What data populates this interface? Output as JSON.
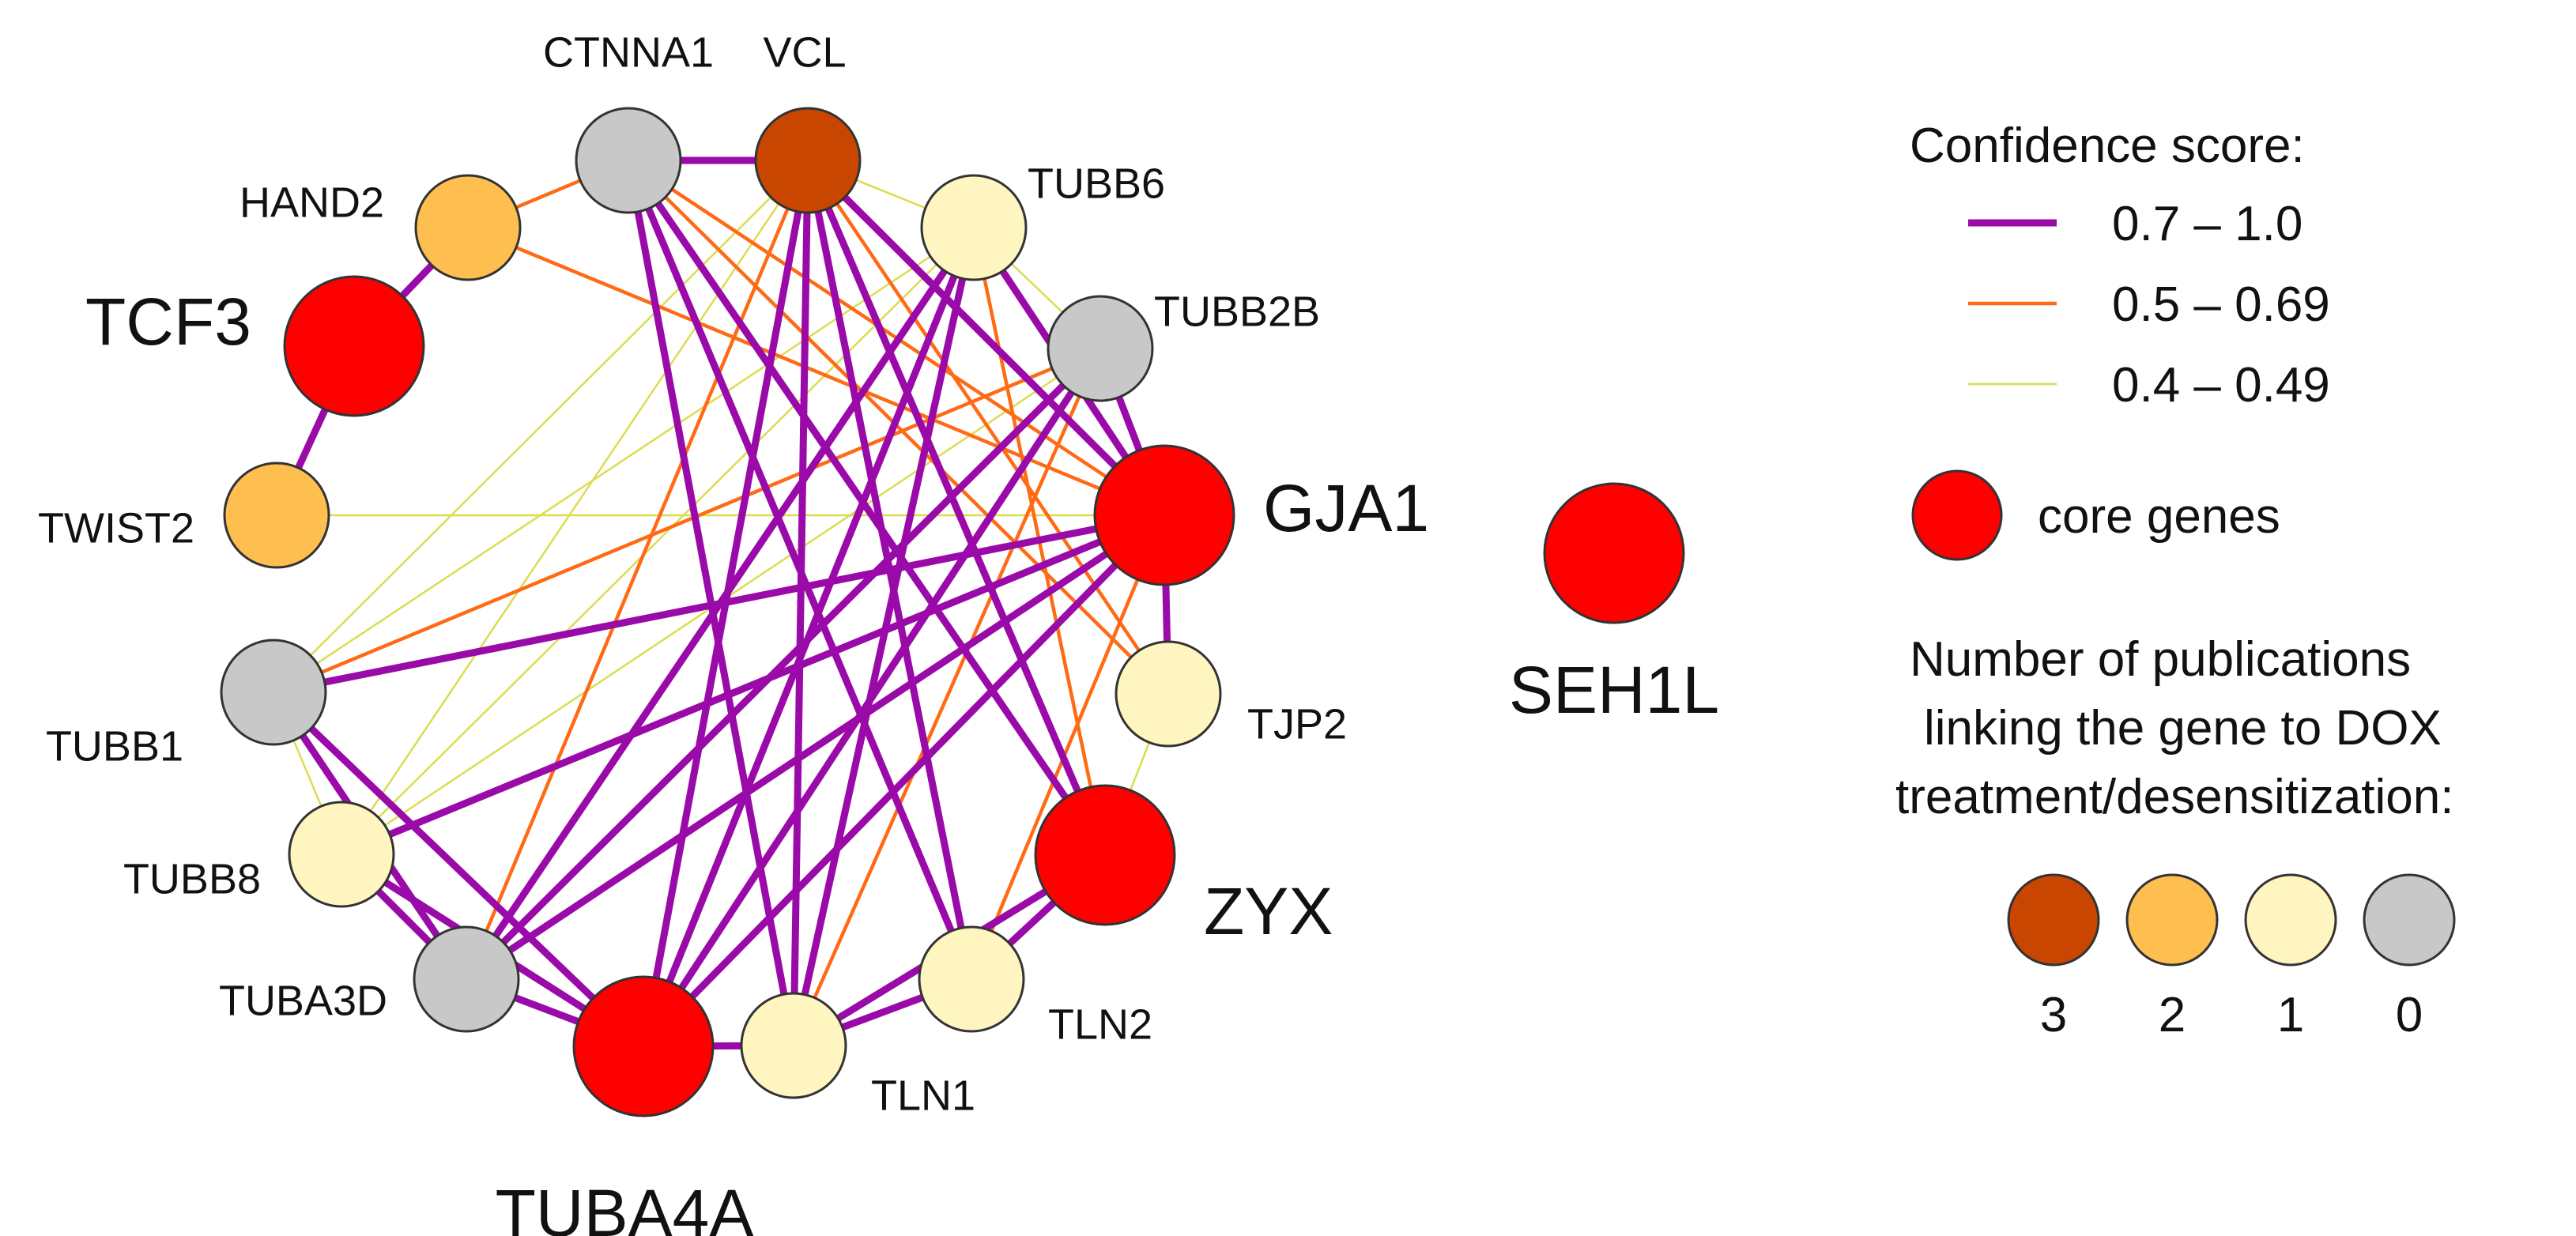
{
  "colors": {
    "edge_high": "#9a0aa8",
    "edge_mid": "#ff6a14",
    "edge_low": "#dcdc50",
    "node_core": "#ff0000",
    "pub_3": "#c84600",
    "pub_2": "#ffbe50",
    "pub_1": "#fff5c0",
    "pub_0": "#c8c8c8",
    "node_stroke": "#333333"
  },
  "nodes": [
    {
      "id": "CTNNA1",
      "label": "CTNNA1",
      "group": "pub_0",
      "core": false
    },
    {
      "id": "VCL",
      "label": "VCL",
      "group": "pub_3",
      "core": false
    },
    {
      "id": "TUBB6",
      "label": "TUBB6",
      "group": "pub_1",
      "core": false
    },
    {
      "id": "TUBB2B",
      "label": "TUBB2B",
      "group": "pub_0",
      "core": false
    },
    {
      "id": "GJA1",
      "label": "GJA1",
      "group": "core",
      "core": true
    },
    {
      "id": "TJP2",
      "label": "TJP2",
      "group": "pub_1",
      "core": false
    },
    {
      "id": "ZYX",
      "label": "ZYX",
      "group": "core",
      "core": true
    },
    {
      "id": "TLN2",
      "label": "TLN2",
      "group": "pub_1",
      "core": false
    },
    {
      "id": "TLN1",
      "label": "TLN1",
      "group": "pub_1",
      "core": false
    },
    {
      "id": "TUBA4A",
      "label": "TUBA4A",
      "group": "core",
      "core": true
    },
    {
      "id": "TUBA3D",
      "label": "TUBA3D",
      "group": "pub_0",
      "core": false
    },
    {
      "id": "TUBB8",
      "label": "TUBB8",
      "group": "pub_1",
      "core": false
    },
    {
      "id": "TUBB1",
      "label": "TUBB1",
      "group": "pub_0",
      "core": false
    },
    {
      "id": "TWIST2",
      "label": "TWIST2",
      "group": "pub_2",
      "core": false
    },
    {
      "id": "TCF3",
      "label": "TCF3",
      "group": "core",
      "core": true
    },
    {
      "id": "HAND2",
      "label": "HAND2",
      "group": "pub_2",
      "core": false
    },
    {
      "id": "SEH1L",
      "label": "SEH1L",
      "group": "core",
      "core": true
    }
  ],
  "edges": [
    {
      "source": "HAND2",
      "target": "TCF3",
      "score": "high"
    },
    {
      "source": "TCF3",
      "target": "TWIST2",
      "score": "high"
    },
    {
      "source": "CTNNA1",
      "target": "VCL",
      "score": "high"
    },
    {
      "source": "TUBB6",
      "target": "GJA1",
      "score": "high"
    },
    {
      "source": "TUBB2B",
      "target": "GJA1",
      "score": "high"
    },
    {
      "source": "GJA1",
      "target": "TJP2",
      "score": "high"
    },
    {
      "source": "ZYX",
      "target": "TLN2",
      "score": "high"
    },
    {
      "source": "ZYX",
      "target": "TLN1",
      "score": "high"
    },
    {
      "source": "TLN2",
      "target": "TLN1",
      "score": "high"
    },
    {
      "source": "TLN1",
      "target": "TUBA4A",
      "score": "high"
    },
    {
      "source": "TUBA4A",
      "target": "TUBA3D",
      "score": "high"
    },
    {
      "source": "TUBA4A",
      "target": "TUBB8",
      "score": "high"
    },
    {
      "source": "TUBA4A",
      "target": "TUBB1",
      "score": "high"
    },
    {
      "source": "TUBA3D",
      "target": "TUBB8",
      "score": "high"
    },
    {
      "source": "TUBA3D",
      "target": "TUBB1",
      "score": "high"
    },
    {
      "source": "CTNNA1",
      "target": "TLN1",
      "score": "high"
    },
    {
      "source": "CTNNA1",
      "target": "TLN2",
      "score": "high"
    },
    {
      "source": "CTNNA1",
      "target": "ZYX",
      "score": "high"
    },
    {
      "source": "VCL",
      "target": "TLN1",
      "score": "high"
    },
    {
      "source": "VCL",
      "target": "TLN2",
      "score": "high"
    },
    {
      "source": "VCL",
      "target": "TUBA4A",
      "score": "high"
    },
    {
      "source": "VCL",
      "target": "ZYX",
      "score": "high"
    },
    {
      "source": "VCL",
      "target": "GJA1",
      "score": "high"
    },
    {
      "source": "GJA1",
      "target": "TUBB1",
      "score": "high"
    },
    {
      "source": "GJA1",
      "target": "TUBB8",
      "score": "high"
    },
    {
      "source": "GJA1",
      "target": "TUBA3D",
      "score": "high"
    },
    {
      "source": "GJA1",
      "target": "TUBA4A",
      "score": "high"
    },
    {
      "source": "TUBB6",
      "target": "TUBA4A",
      "score": "high"
    },
    {
      "source": "TUBB6",
      "target": "TUBA3D",
      "score": "high"
    },
    {
      "source": "TUBB2B",
      "target": "TUBA4A",
      "score": "high"
    },
    {
      "source": "TUBB2B",
      "target": "TUBA3D",
      "score": "high"
    },
    {
      "source": "TUBB6",
      "target": "TLN1",
      "score": "high"
    },
    {
      "source": "HAND2",
      "target": "CTNNA1",
      "score": "mid"
    },
    {
      "source": "CTNNA1",
      "target": "GJA1",
      "score": "mid"
    },
    {
      "source": "CTNNA1",
      "target": "TJP2",
      "score": "mid"
    },
    {
      "source": "VCL",
      "target": "TJP2",
      "score": "mid"
    },
    {
      "source": "VCL",
      "target": "TUBA3D",
      "score": "mid"
    },
    {
      "source": "GJA1",
      "target": "TLN2",
      "score": "mid"
    },
    {
      "source": "TUBB2B",
      "target": "TLN1",
      "score": "mid"
    },
    {
      "source": "TUBB2B",
      "target": "TUBB1",
      "score": "mid"
    },
    {
      "source": "TUBB6",
      "target": "ZYX",
      "score": "mid"
    },
    {
      "source": "HAND2",
      "target": "GJA1",
      "score": "mid"
    },
    {
      "source": "VCL",
      "target": "TUBB6",
      "score": "low"
    },
    {
      "source": "TUBB6",
      "target": "TUBB2B",
      "score": "low"
    },
    {
      "source": "TWIST2",
      "target": "GJA1",
      "score": "low"
    },
    {
      "source": "TJP2",
      "target": "ZYX",
      "score": "low"
    },
    {
      "source": "TUBB1",
      "target": "TUBB8",
      "score": "low"
    },
    {
      "source": "TUBB6",
      "target": "TUBB1",
      "score": "low"
    },
    {
      "source": "TUBB6",
      "target": "TUBB8",
      "score": "low"
    },
    {
      "source": "TUBB2B",
      "target": "TUBB8",
      "score": "low"
    },
    {
      "source": "VCL",
      "target": "TUBB1",
      "score": "low"
    },
    {
      "source": "VCL",
      "target": "TUBB8",
      "score": "low"
    }
  ],
  "legend": {
    "confidence_title": "Confidence score:",
    "confidence_items": [
      {
        "score": "high",
        "label": "0.7 – 1.0"
      },
      {
        "score": "mid",
        "label": "0.5 – 0.69"
      },
      {
        "score": "low",
        "label": "0.4 – 0.49"
      }
    ],
    "core_label": "core genes",
    "pub_title_lines": [
      "Number of publications",
      "linking the gene to DOX",
      "treatment/desensitization:"
    ],
    "pub_items": [
      {
        "group": "pub_3",
        "label": "3"
      },
      {
        "group": "pub_2",
        "label": "2"
      },
      {
        "group": "pub_1",
        "label": "1"
      },
      {
        "group": "pub_0",
        "label": "0"
      }
    ]
  }
}
